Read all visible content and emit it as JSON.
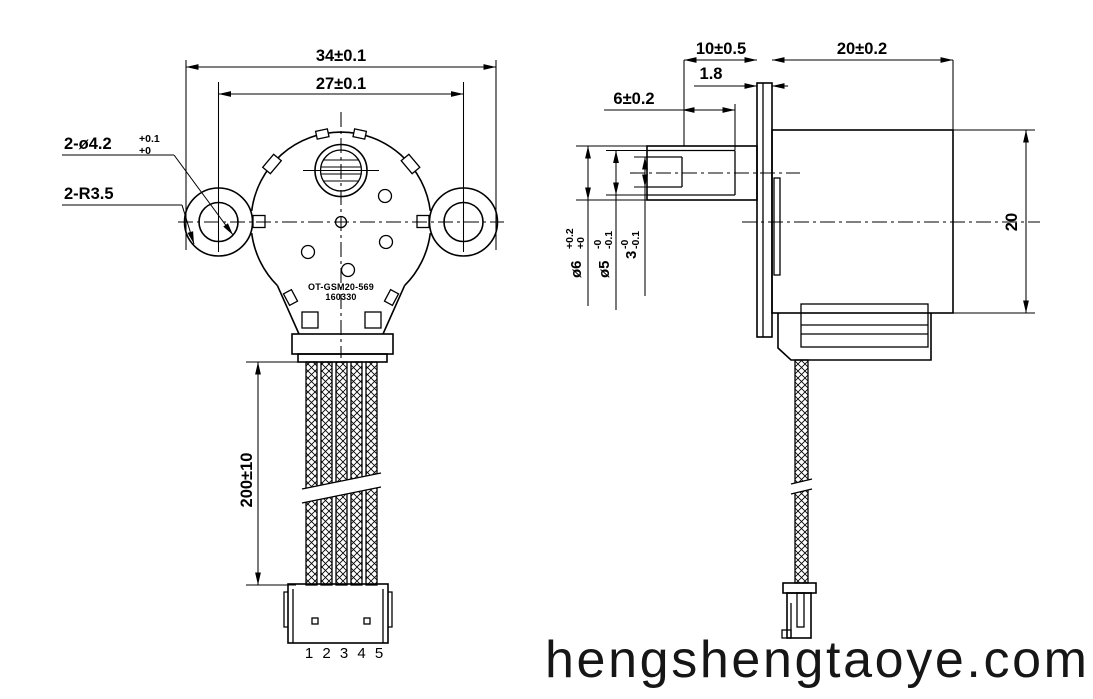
{
  "drawing": {
    "watermark": "hengshengtaoye.com",
    "front_view": {
      "dim_overall_width": "34±0.1",
      "dim_hole_spacing": "27±0.1",
      "mount_hole_callout": {
        "main": "2-ø4.2",
        "tol_upper": "+0.1",
        "tol_lower": "+0"
      },
      "ear_radius_callout": "2-R3.5",
      "dim_lead_wire_length": "200±10",
      "part_marking": {
        "line1": "OT-GSM20-569",
        "line2": "160330"
      },
      "pin_labels": [
        "1",
        "2",
        "3",
        "4",
        "5"
      ]
    },
    "side_view": {
      "dim_front_section_length": "10±0.5",
      "dim_plate_thickness": "1.8",
      "dim_shaft_length": "6±0.2",
      "dim_body_length": "20±0.2",
      "dim_body_diameter": "20",
      "bushing_dia_callout": {
        "main": "ø6",
        "tol_upper": "+0.2",
        "tol_lower": "+0"
      },
      "shaft_dia_callout": {
        "main": "ø5",
        "tol_upper": "-0",
        "tol_lower": "-0.1"
      },
      "slot_width_callout": {
        "main": "3",
        "tol_upper": "-0",
        "tol_lower": "-0.1"
      }
    }
  }
}
